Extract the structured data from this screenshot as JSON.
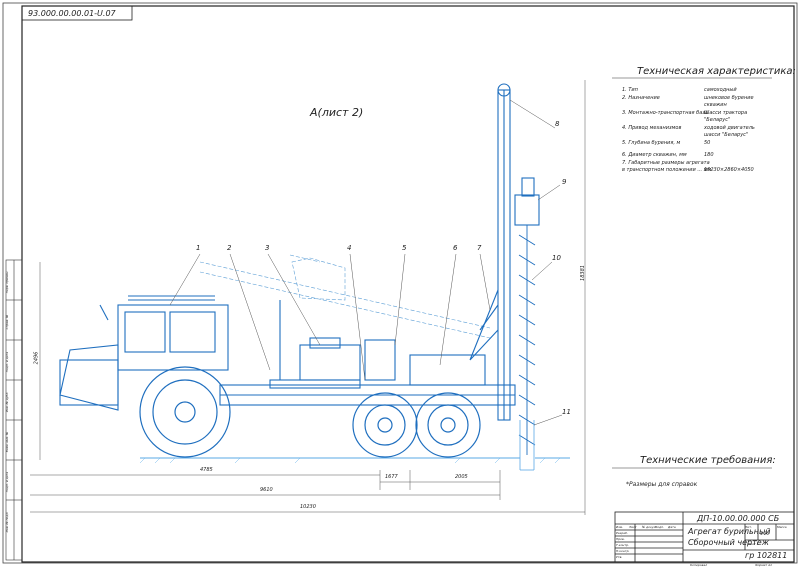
{
  "sheet_code": "93.000.00.00.01-U.07",
  "view_label": "A(лист 2)",
  "callouts": [
    "1",
    "2",
    "3",
    "4",
    "5",
    "6",
    "7",
    "8",
    "9",
    "10",
    "11"
  ],
  "spec": {
    "title": "Техническая характеристика:",
    "rows": [
      {
        "label": "1. Тип",
        "value": "самоходный"
      },
      {
        "label": "2. Назначение",
        "value": "шнековое бурение"
      },
      {
        "label": "",
        "value": "скважин"
      },
      {
        "label": "3. Монтажно-транспортная база",
        "value": "Шасси трактора"
      },
      {
        "label": "",
        "value": "\"Беларус\""
      },
      {
        "label": "4. Привод механизмов",
        "value": "ходовой двигатель"
      },
      {
        "label": "",
        "value": "шасси \"Беларус\""
      },
      {
        "label": "5. Глубина бурения, м",
        "value": "50"
      },
      {
        "label": "6. Диаметр скважин, мм",
        "value": "180"
      },
      {
        "label": "7. Габаритные размеры агрегата",
        "value": ""
      },
      {
        "label": "в транспортном положении ... мм",
        "value": "10230×2860×4050"
      }
    ]
  },
  "requirements": {
    "title": "Технические требования:",
    "note": "*Размеры для справок"
  },
  "dimensions": {
    "d1": "4785",
    "d2": "9610",
    "d3": "10230",
    "d4": "1677",
    "d5": "2005",
    "h1": "2496",
    "h2": "18381"
  },
  "title_block": {
    "doc_number": "ДП-10.00.00.000 СБ",
    "name_line1": "Агрегат бурильный",
    "name_line2": "Сборочный чертеж",
    "group": "гр 102811",
    "scale": "1:20",
    "sheet": "Лист 1",
    "mass": "Масса",
    "lit": "Лит.",
    "footer_copied": "Копировал",
    "footer_format": "Формат A1",
    "headers": [
      "Изм.",
      "Лист",
      "№ докум.",
      "Подп.",
      "Дата"
    ],
    "roles": [
      "Разраб.",
      "Пров.",
      "Т.контр.",
      "Н.контр.",
      "Утв."
    ]
  },
  "left_strip": [
    "Перв. примен.",
    "Справ. №",
    "Подп. и дата",
    "Инв. № дубл.",
    "Взам. инв. №",
    "Подп. и дата",
    "Инв. № подл."
  ]
}
